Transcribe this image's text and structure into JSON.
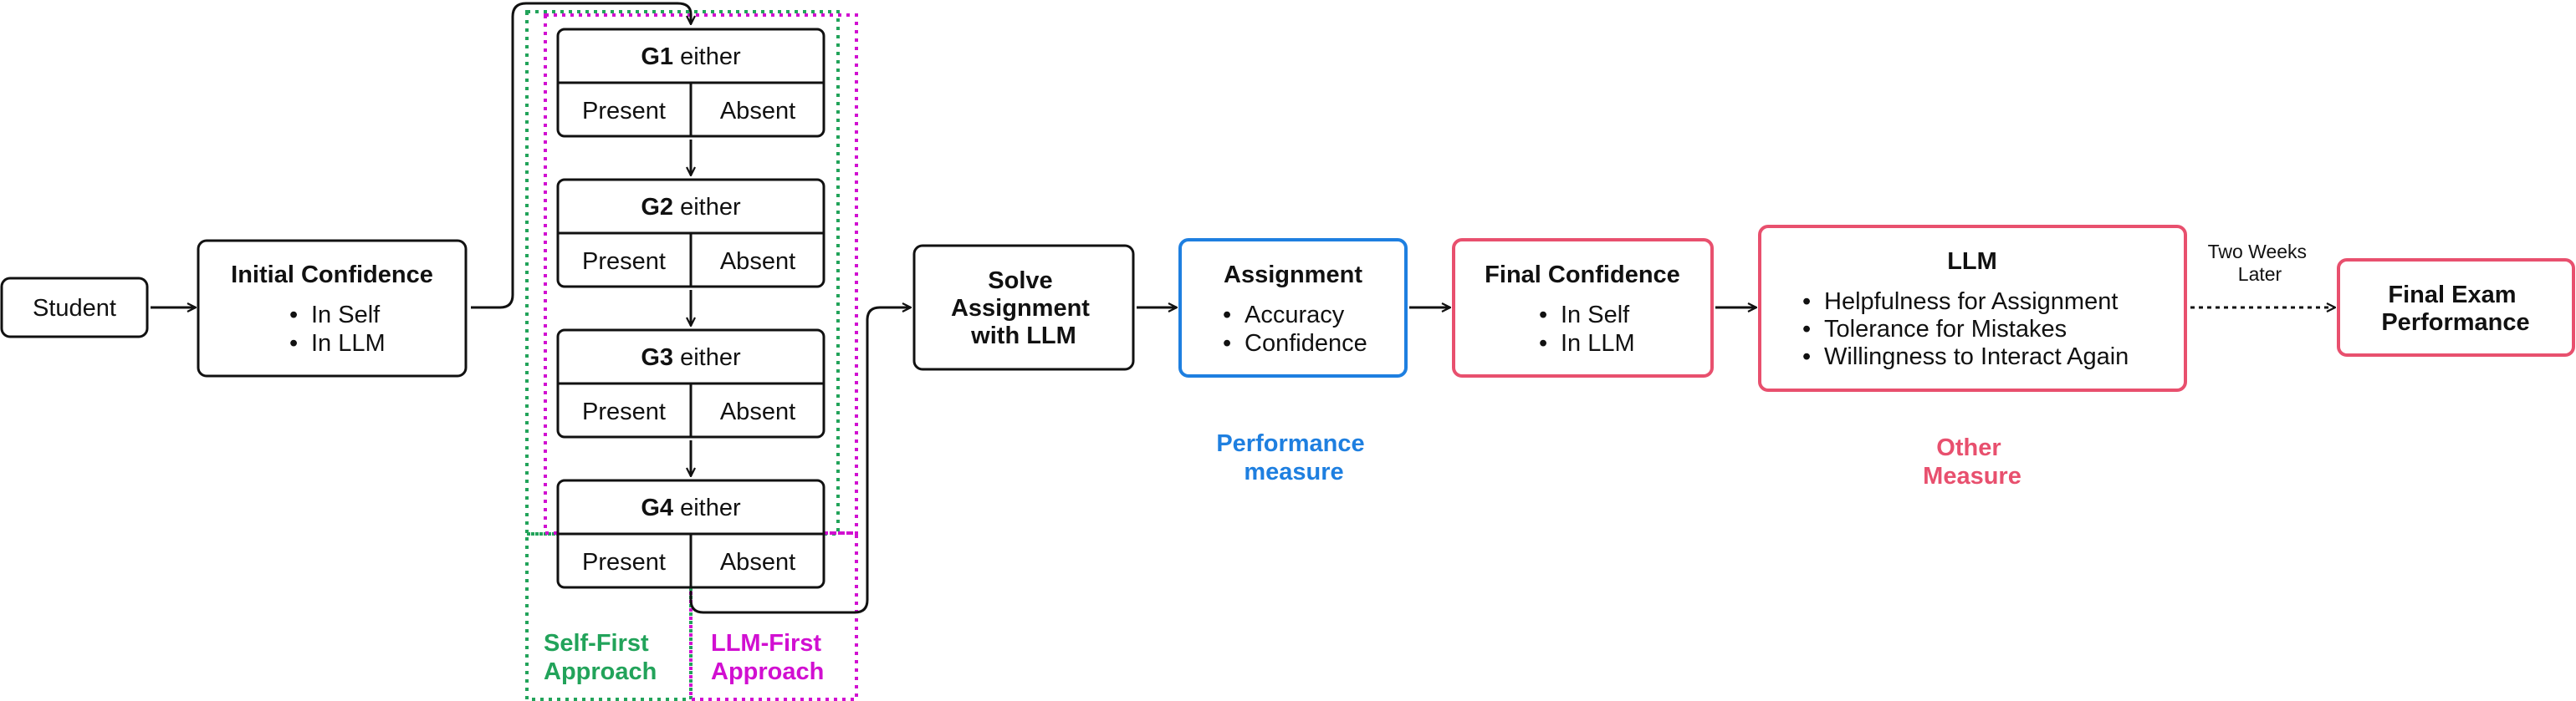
{
  "colors": {
    "ink": "#111111",
    "self_first": "#22a35a",
    "llm_first": "#d10fd1",
    "performance": "#1e7fe0",
    "other": "#e8506e"
  },
  "student": {
    "label": "Student"
  },
  "initial_confidence": {
    "title": "Initial Confidence",
    "items": [
      "In Self",
      "In LLM"
    ]
  },
  "guidance": [
    {
      "id": "G1",
      "suffix": " either",
      "present": "Present",
      "absent": "Absent"
    },
    {
      "id": "G2",
      "suffix": " either",
      "present": "Present",
      "absent": "Absent"
    },
    {
      "id": "G3",
      "suffix": " either",
      "present": "Present",
      "absent": "Absent"
    },
    {
      "id": "G4",
      "suffix": " either",
      "present": "Present",
      "absent": "Absent"
    }
  ],
  "approaches": {
    "self_first": [
      "Self-First",
      "Approach"
    ],
    "llm_first": [
      "LLM-First",
      "Approach"
    ]
  },
  "solve": {
    "lines": [
      "Solve",
      "Assignment",
      "with LLM"
    ]
  },
  "assignment": {
    "title": "Assignment",
    "items": [
      "Accuracy",
      "Confidence"
    ]
  },
  "performance_measure": {
    "lines": [
      "Performance",
      "measure"
    ]
  },
  "final_confidence": {
    "title": "Final Confidence",
    "items": [
      "In Self",
      "In LLM"
    ]
  },
  "llm": {
    "title": "LLM",
    "items": [
      "Helpfulness for Assignment",
      "Tolerance for Mistakes",
      "Willingness to Interact Again"
    ]
  },
  "other_measure": {
    "lines": [
      "Other",
      "Measure"
    ]
  },
  "delay": {
    "lines": [
      "Two Weeks",
      "Later"
    ]
  },
  "final_exam": {
    "lines": [
      "Final Exam",
      "Performance"
    ]
  }
}
